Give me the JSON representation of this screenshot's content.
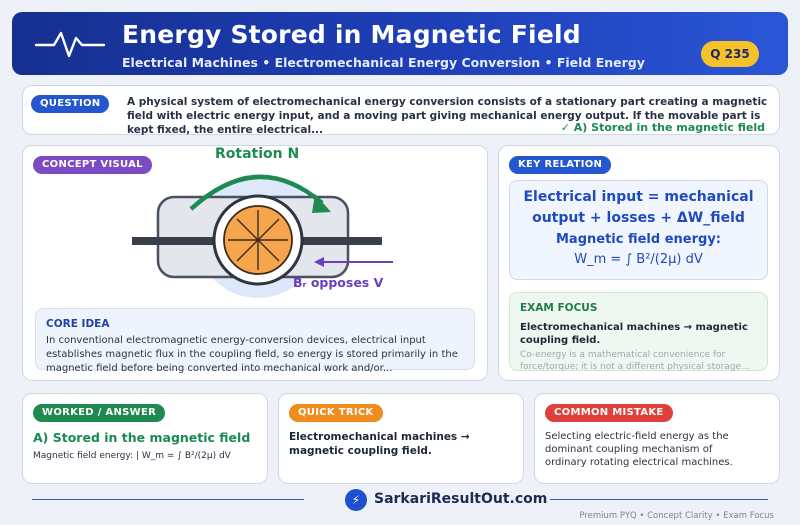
{
  "header": {
    "title": "Energy Stored in Magnetic Field",
    "subtitle": "Electrical Machines  •  Electromechanical Energy Conversion  •  Field Energy",
    "badge": "Q 235"
  },
  "question": {
    "label": "QUESTION",
    "text": "A physical system of electromechanical energy conversion consists of a stationary part creating a magnetic field with electric energy input, and a moving part giving mechanical energy output. If the movable part is kept fixed, the entire electrical...",
    "answer": "✓ A) Stored in the magnetic field"
  },
  "concept": {
    "label": "CONCEPT VISUAL",
    "rotation_label": "Rotation N",
    "opposes_label": "Bᵣ opposes V",
    "core_label": "CORE IDEA",
    "core_text": "In conventional electromagnetic energy-conversion devices, electrical input establishes magnetic flux in the coupling field, so energy is stored primarily in the magnetic field before being converted into mechanical work and/or..."
  },
  "relation": {
    "label": "KEY RELATION",
    "line1": "Electrical input = mechanical",
    "line2": "output + losses + ΔW_field",
    "line3": "Magnetic field energy:",
    "line4": "W_m = ∫ B²/(2μ) dV"
  },
  "focus": {
    "label": "EXAM FOCUS",
    "main": "Electromechanical machines → magnetic coupling field.",
    "faded": "Co-energy is a mathematical convenience for force/torque; it is not a different physical storage..."
  },
  "worked": {
    "label": "WORKED / ANSWER",
    "answer": "A) Stored in the magnetic field",
    "detail": "Magnetic field energy: | W_m = ∫ B²/(2μ) dV"
  },
  "trick": {
    "label": "QUICK TRICK",
    "text": "Electromechanical machines → magnetic coupling field."
  },
  "mistake": {
    "label": "COMMON MISTAKE",
    "text": "Selecting electric-field energy as the dominant coupling mechanism of ordinary rotating electrical machines."
  },
  "footer": {
    "logo": "⚡",
    "site": "SarkariResultOut.com",
    "note": "Premium PYQ • Concept Clarity • Exam Focus"
  },
  "colors": {
    "header_blue": "#1f3fb8",
    "badge_yellow": "#f6c22c",
    "answer_green": "#1a8a52",
    "concept_purple": "#7b4bc4",
    "relation_blue": "#1f4ac0",
    "trick_orange": "#f08c1e",
    "mistake_red": "#e0403c"
  },
  "icons": [
    "pulse-wave-icon",
    "lightning-icon",
    "rotation-arrow-icon",
    "left-arrow-icon"
  ]
}
